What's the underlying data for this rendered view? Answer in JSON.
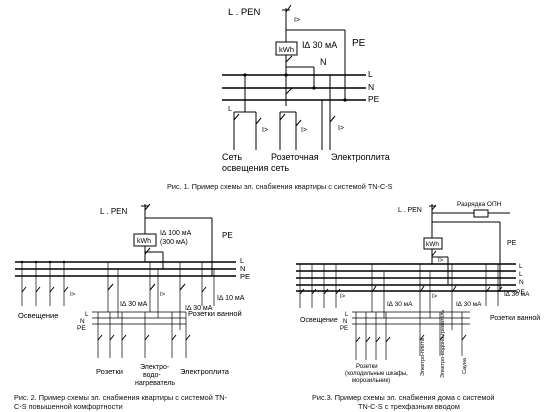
{
  "figure1": {
    "supply": "L . PEN",
    "meter": "kWh",
    "rcd_label": "I∆ 30 мА",
    "pe_label": "PE",
    "n_label": "N",
    "bus_labels": [
      "L",
      "N",
      "PE"
    ],
    "breaker_label": "I>",
    "branch_l_label": "L",
    "group_lighting": "Сеть освещения",
    "group_lighting_line1": "Сеть",
    "group_lighting_line2": "освещения",
    "group_sockets_line1": "Розеточная",
    "group_sockets_line2": "сеть",
    "group_stove": "Электроплита",
    "caption": "Рис. 1. Пример схемы эл. снабжения квартиры с системой TN-C-S"
  },
  "figure2": {
    "supply": "L . PEN",
    "meter": "kWh",
    "rcd_label_1": "I∆ 100 мА",
    "rcd_label_2": "(300 мА)",
    "pe_label": "PE",
    "bus_labels": [
      "L",
      "N",
      "PE"
    ],
    "breaker_label": "I>",
    "rcd30": "I∆ 30 мА",
    "rcd10": "I∆ 10 мА",
    "group_lighting": "Освещение",
    "group_bath": "Розетки ванной",
    "sub_labels": [
      "L",
      "N",
      "PE"
    ],
    "group_sockets": "Розетки",
    "group_heater_1": "Электро-",
    "group_heater_2": "водо-",
    "group_heater_3": "нагреватель",
    "group_stove": "Электроплита",
    "caption_1": "Рис. 2. Пример схемы эл. снабжения квартиры с системой TN-",
    "caption_2": "C-S повышенной комфортности"
  },
  "figure3": {
    "supply": "L . PEN",
    "spd": "Разрядка ОПН",
    "meter": "kWh",
    "pe_label": "PE",
    "bus_labels": [
      "L",
      "L",
      "N",
      "PE"
    ],
    "breaker_label": "I>",
    "rcd30": "I∆ 30 мА",
    "group_lighting": "Освещение",
    "group_bath": "Розетки ванной",
    "sub_labels": [
      "L",
      "N",
      "PE"
    ],
    "group_sockets_1": "Розетки",
    "group_sockets_2": "(холодильные шкафы,",
    "group_sockets_3": "морозильник)",
    "vertical_labels": [
      "Электро-плита",
      "Электро-водона-греватель",
      "Сауна"
    ],
    "caption_1": "Рис.3. Пример схемы эл. снабжения дома с системой",
    "caption_2": "TN-C-S с трехфазным вводом"
  }
}
